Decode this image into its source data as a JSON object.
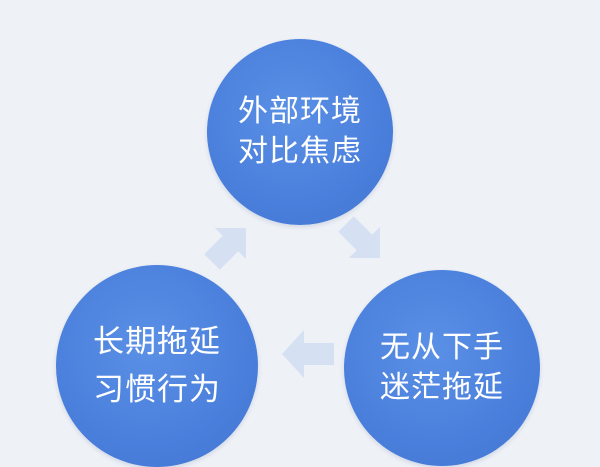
{
  "diagram": {
    "nodes": [
      {
        "id": "top",
        "lines": [
          "外部环境",
          "对比焦虑"
        ]
      },
      {
        "id": "right",
        "lines": [
          "无从下手",
          "迷茫拖延"
        ]
      },
      {
        "id": "left",
        "lines": [
          "长期拖延",
          "习惯行为"
        ]
      }
    ],
    "edges": [
      {
        "from": "top",
        "to": "right"
      },
      {
        "from": "right",
        "to": "left"
      },
      {
        "from": "left",
        "to": "top"
      }
    ]
  },
  "colors": {
    "background": "#eef1f6",
    "node_fill": "#4a7fdc",
    "node_text": "#ffffff",
    "arrow_fill": "#d5e1f3"
  }
}
